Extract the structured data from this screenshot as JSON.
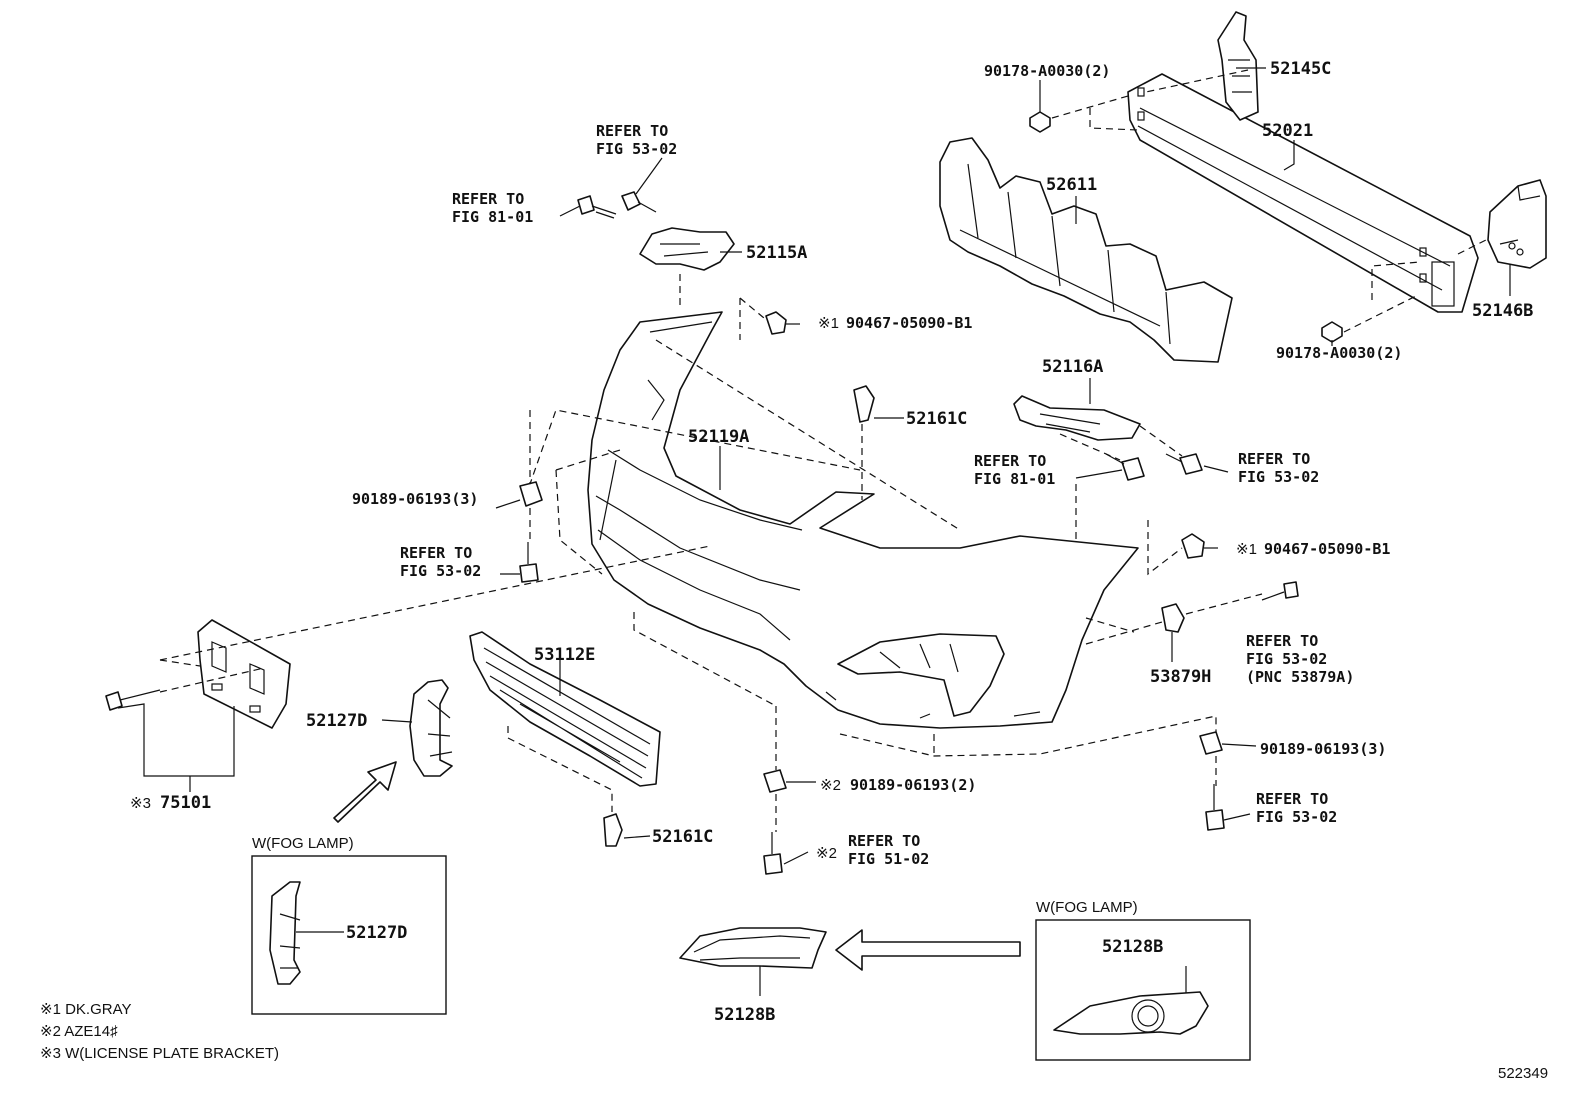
{
  "diagram_number": "522349",
  "part_labels": {
    "p52145C": "52145C",
    "p52021": "52021",
    "p52611": "52611",
    "p52146B": "52146B",
    "p52115A": "52115A",
    "p52116A": "52116A",
    "p52119A": "52119A",
    "p52161C_top": "52161C",
    "p52161C_bottom": "52161C",
    "p53112E": "53112E",
    "p52127D": "52127D",
    "p52127D_box": "52127D",
    "p53879H": "53879H",
    "p75101": "75101",
    "p52128B": "52128B",
    "p52128B_box": "52128B"
  },
  "fastener_labels": {
    "f90178_top": "90178-A0030(2)",
    "f90178_bottom": "90178-A0030(2)",
    "f90467_top": "90467-05090-B1",
    "f90467_right": "90467-05090-B1",
    "f90189_left": "90189-06193(3)",
    "f90189_right": "90189-06193(3)",
    "f90189_center": "90189-06193(2)"
  },
  "marks": {
    "m1_top": "※1",
    "m1_right": "※1",
    "m2_center": "※2",
    "m2_refer": "※2",
    "m3": "※3"
  },
  "references": {
    "r_top1": "REFER TO",
    "r_top2": "FIG 53-02",
    "r_81a1": "REFER TO",
    "r_81a2": "FIG 81-01",
    "r_81b1": "REFER TO",
    "r_81b2": "FIG 81-01",
    "r_53b1": "REFER TO",
    "r_53b2": "FIG 53-02",
    "r_53c1": "REFER TO",
    "r_53c2": "FIG 53-02",
    "r_53d1": "REFER TO",
    "r_53d2": "FIG 53-02",
    "r_53d3": "(PNC 53879A)",
    "r_53e1": "REFER TO",
    "r_53e2": "FIG 53-02",
    "r_51a1": "REFER TO",
    "r_51a2": "FIG 51-02"
  },
  "option_boxes": {
    "fog_left_title": "W(FOG LAMP)",
    "fog_right_title": "W(FOG LAMP)"
  },
  "notes": [
    "※1 DK.GRAY",
    "※2 AZE14♯",
    "※3 W(LICENSE PLATE BRACKET)"
  ]
}
